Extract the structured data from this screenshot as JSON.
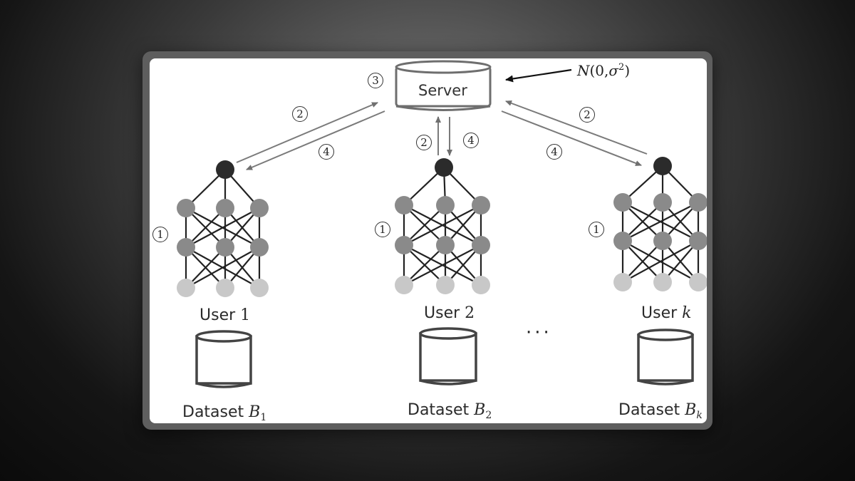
{
  "diagram": {
    "server": {
      "label": "Server"
    },
    "noise": {
      "prefix": "N",
      "args": "(0,",
      "sigma": "σ",
      "power": "2",
      "close": ")"
    },
    "steps": {
      "s1": "1",
      "s2": "2",
      "s3": "3",
      "s4": "4"
    },
    "users": [
      {
        "word": "User",
        "id": "1",
        "italic": false,
        "dataset_word": "Dataset",
        "dataset_symbol": "B",
        "dataset_sub": "1"
      },
      {
        "word": "User",
        "id": "2",
        "italic": false,
        "dataset_word": "Dataset",
        "dataset_symbol": "B",
        "dataset_sub": "2"
      },
      {
        "word": "User",
        "id": "k",
        "italic": true,
        "dataset_word": "Dataset",
        "dataset_symbol": "B",
        "dataset_sub": "k"
      }
    ],
    "ellipsis": "···",
    "colors": {
      "top_node": "#2b2b2b",
      "hidden_node": "#8a8a8a",
      "input_node": "#c8c8c8",
      "arrow": "#7a7a7a",
      "stroke": "#444444"
    }
  }
}
